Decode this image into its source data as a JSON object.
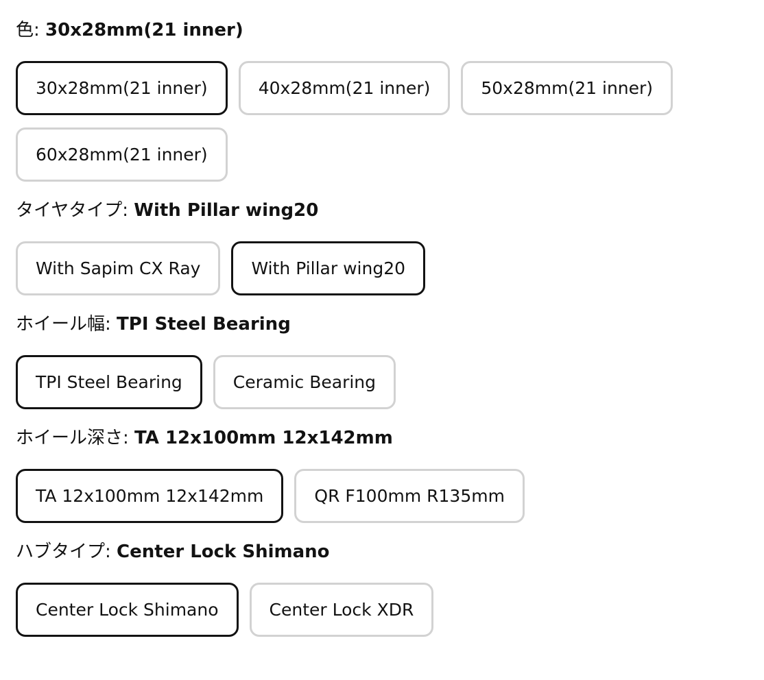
{
  "groups": [
    {
      "label": "色",
      "selected_value": "30x28mm(21 inner)",
      "options": [
        {
          "label": "30x28mm(21 inner)",
          "selected": true
        },
        {
          "label": "40x28mm(21 inner)",
          "selected": false
        },
        {
          "label": "50x28mm(21 inner)",
          "selected": false
        },
        {
          "label": "60x28mm(21 inner)",
          "selected": false
        }
      ]
    },
    {
      "label": "タイヤタイプ",
      "selected_value": "With Pillar wing20",
      "options": [
        {
          "label": "With Sapim CX Ray",
          "selected": false
        },
        {
          "label": "With Pillar wing20",
          "selected": true
        }
      ]
    },
    {
      "label": "ホイール幅",
      "selected_value": "TPI Steel Bearing",
      "options": [
        {
          "label": "TPI Steel Bearing",
          "selected": true
        },
        {
          "label": "Ceramic Bearing",
          "selected": false
        }
      ]
    },
    {
      "label": "ホイール深さ",
      "selected_value": "TA 12x100mm 12x142mm",
      "options": [
        {
          "label": "TA 12x100mm 12x142mm",
          "selected": true
        },
        {
          "label": "QR F100mm R135mm",
          "selected": false
        }
      ]
    },
    {
      "label": "ハブタイプ",
      "selected_value": "Center Lock Shimano",
      "options": [
        {
          "label": "Center Lock Shimano",
          "selected": true
        },
        {
          "label": "Center Lock XDR",
          "selected": false
        }
      ]
    }
  ],
  "label_separator": ": ",
  "colors": {
    "text": "#121212",
    "selected_border": "#121212",
    "unselected_border": "#d2d2d2",
    "background": "#ffffff"
  }
}
